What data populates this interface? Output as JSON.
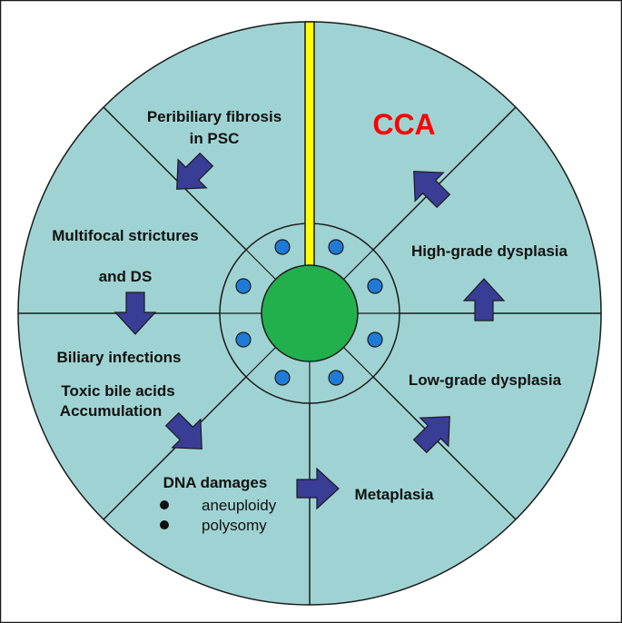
{
  "colors": {
    "wheel_fill": "#9fd3d3",
    "hub_fill": "#9fd3d3",
    "core_fill": "#22b04c",
    "dot_fill": "#1f7ad6",
    "arrow_fill": "#3a3d96",
    "axis_fill": "#ffff00",
    "cca_color": "#ff0000",
    "line_color": "#1a1a1a"
  },
  "labels": {
    "peribiliary_1": "Peribiliary fibrosis",
    "peribiliary_2": "in PSC",
    "multifocal": "Multifocal strictures",
    "and_ds": "and DS",
    "biliary": "Biliary infections",
    "toxic": "Toxic bile acids",
    "accumulation": "Accumulation",
    "dna": "DNA damages",
    "aneuploidy": "aneuploidy",
    "polysomy": "polysomy",
    "metaplasia": "Metaplasia",
    "low_grade": "Low-grade dysplasia",
    "high_grade": "High-grade dysplasia",
    "cca": "CCA"
  },
  "icons": {
    "arrow": "block-arrow-icon",
    "bullet": "bullet-dot-icon",
    "dot": "hub-dot-icon"
  }
}
